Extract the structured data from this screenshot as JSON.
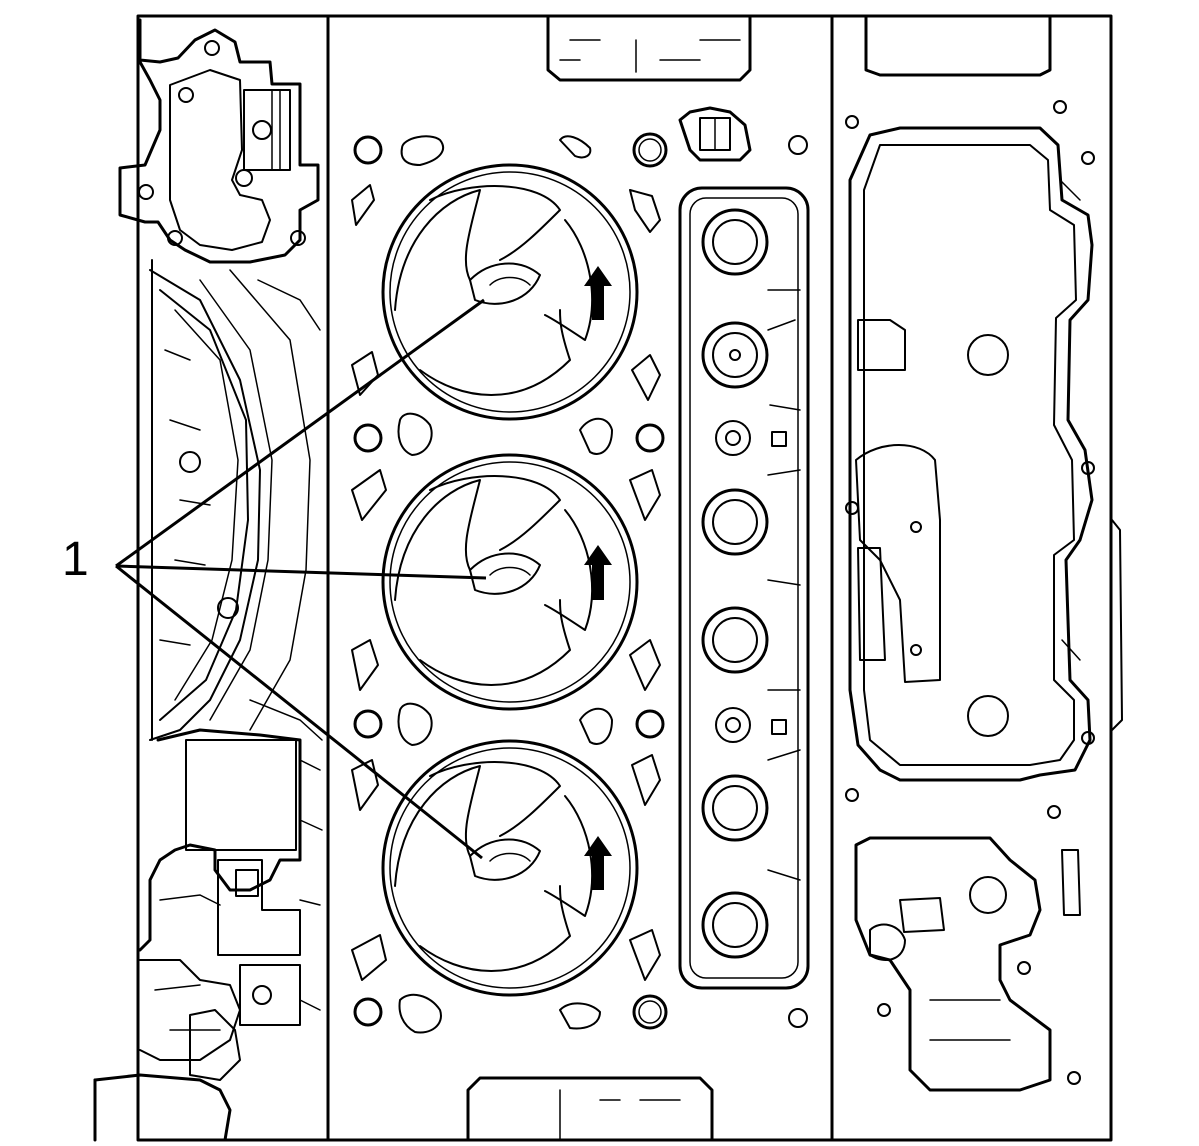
{
  "callout": {
    "label": "1"
  },
  "pistons": [
    {
      "id": "piston-1"
    },
    {
      "id": "piston-2"
    },
    {
      "id": "piston-3"
    }
  ]
}
